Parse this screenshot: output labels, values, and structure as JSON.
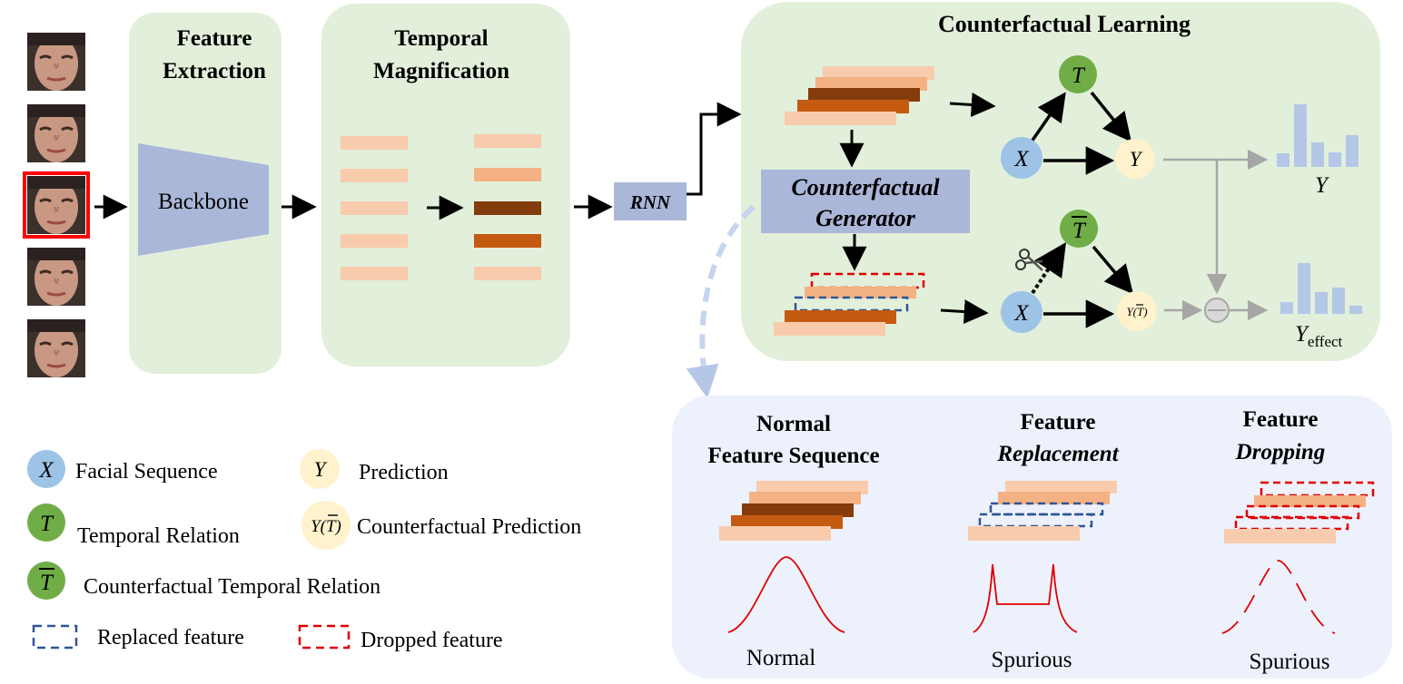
{
  "panels": {
    "feature_extraction": {
      "line1": "Feature",
      "line2": "Extraction",
      "backbone_label": "Backbone"
    },
    "temporal_magnification": {
      "line1": "Temporal",
      "line2": "Magnification"
    },
    "rnn_label": "RNN",
    "counterfactual_learning": {
      "title": "Counterfactual Learning",
      "generator_line1": "Counterfactual",
      "generator_line2": "Generator",
      "node_t": "T",
      "node_x": "X",
      "node_y": "Y",
      "node_t_bar": "T",
      "node_x_cf": "X",
      "node_y_cf": "Y(T)",
      "output_y": "Y",
      "output_y_effect": "Y",
      "output_y_effect_sub": "effect"
    },
    "feature_types": {
      "normal": {
        "line1": "Normal",
        "line2": "Feature Sequence",
        "caption": "Normal"
      },
      "replacement": {
        "line1": "Feature",
        "line2": "Replacement",
        "caption": "Spurious"
      },
      "dropping": {
        "line1": "Feature",
        "line2": "Dropping",
        "caption": "Spurious"
      }
    }
  },
  "legend": {
    "x_symbol": "X",
    "x_label": "Facial Sequence",
    "t_symbol": "T",
    "t_label": "Temporal Relation",
    "tbar_symbol": "T",
    "tbar_label": "Counterfactual Temporal Relation",
    "y_symbol": "Y",
    "y_label": "Prediction",
    "ycf_symbol": "Y(T)",
    "ycf_label": "Counterfactual Prediction",
    "replaced_label": "Replaced feature",
    "dropped_label": "Dropped feature"
  },
  "colors": {
    "panel_green": "#e2efda",
    "panel_blue": "#edf1fb",
    "node_blue": "#9dc3e6",
    "node_green": "#70ad47",
    "node_yellow": "#fff2cc",
    "backbone_blue": "#aab7d9",
    "bar_light": "#f8cbad",
    "bar_mid": "#f4b183",
    "bar_dark": "#843c0c",
    "bar_orange": "#c55a11",
    "replaced_dash": "#2f5597",
    "dropped_dash": "#e00000",
    "histogram": "#b4c7e7"
  }
}
